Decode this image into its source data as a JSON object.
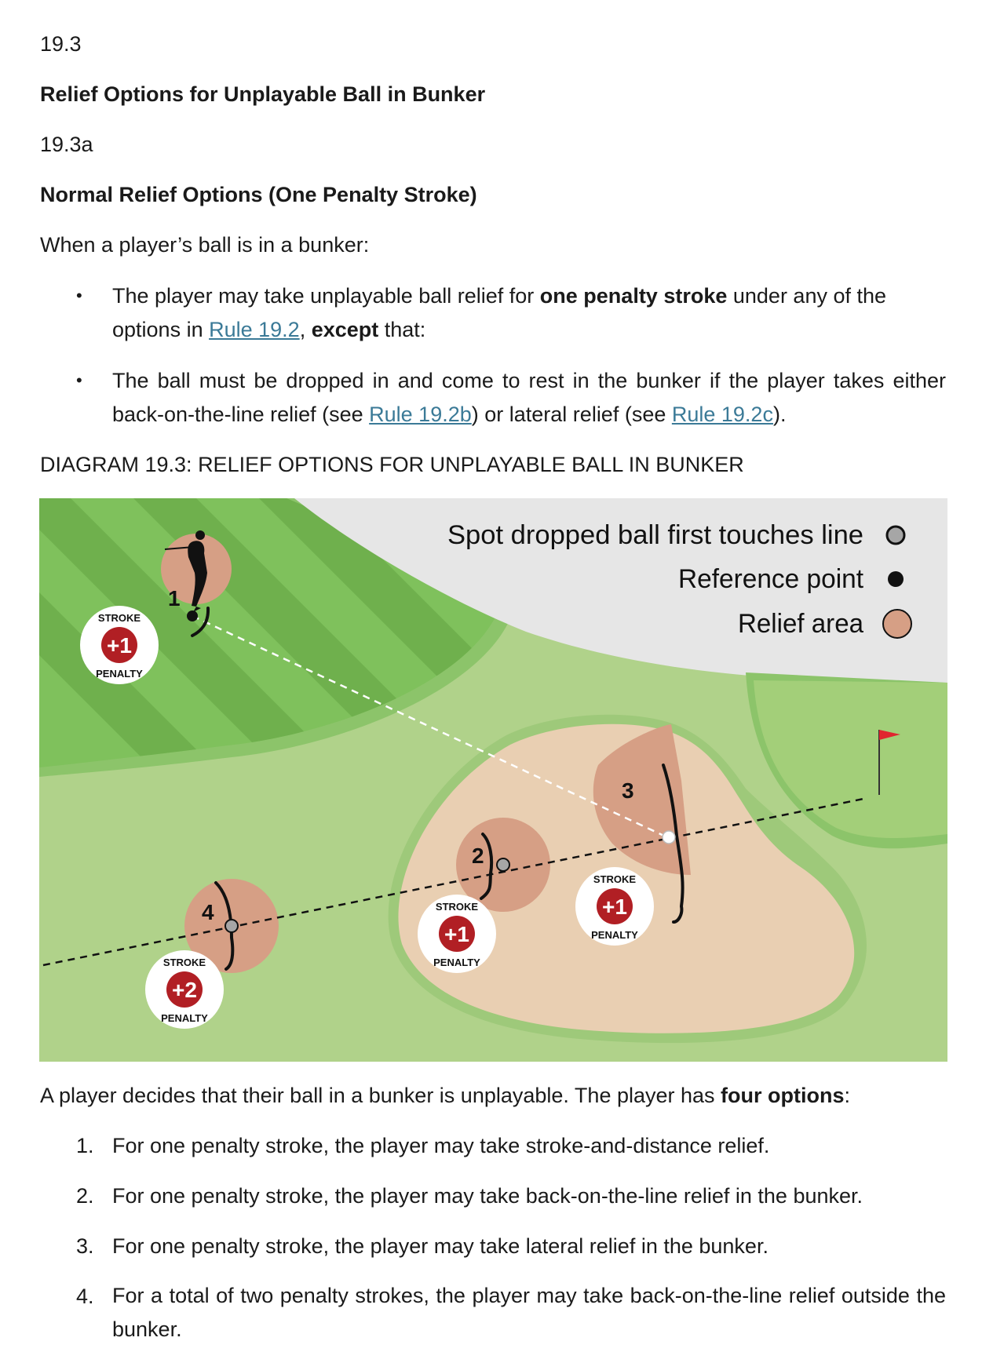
{
  "rule_number": "19.3",
  "rule_title": "Relief Options for Unplayable Ball in Bunker",
  "subrule_number": "19.3a",
  "subrule_title": "Normal Relief Options (One Penalty Stroke)",
  "intro": "When a player’s ball is in a bunker:",
  "bullets": [
    {
      "part1": "The player may take unplayable ball relief for ",
      "bold1": "one penalty stroke",
      "part2": " under any of the options in ",
      "link1": "Rule 19.2",
      "part3": ", ",
      "bold2": "except",
      "part4": " that:"
    },
    {
      "part1": "The ball must be dropped in and come to rest in the bunker if the player takes either back-on-the-line relief (see ",
      "link1": "Rule 19.2b",
      "part2": ") or lateral relief (see ",
      "link2": "Rule 19.2c",
      "part3": ")."
    }
  ],
  "bullet_symbol": "•",
  "diagram_caption": "DIAGRAM 19.3: RELIEF OPTIONS FOR UNPLAYABLE BALL IN BUNKER",
  "diagram": {
    "legend": {
      "drop_spot": "Spot dropped ball first touches line",
      "reference_point": "Reference point",
      "relief_area": "Relief area"
    },
    "options": [
      {
        "number": "1",
        "badge_top": "STROKE",
        "badge_value": "+1",
        "badge_bottom": "PENALTY"
      },
      {
        "number": "2",
        "badge_top": "STROKE",
        "badge_value": "+1",
        "badge_bottom": "PENALTY"
      },
      {
        "number": "3",
        "badge_top": "STROKE",
        "badge_value": "+1",
        "badge_bottom": "PENALTY"
      },
      {
        "number": "4",
        "badge_top": "STROKE",
        "badge_value": "+2",
        "badge_bottom": "PENALTY"
      }
    ],
    "colors": {
      "fairway_light": "#7fc15c",
      "fairway_dark": "#6fb04d",
      "rough": "#b0d28a",
      "bunker": "#e9cfb2",
      "relief": "#d69f85",
      "penalty_red": "#b11f24",
      "flag_red": "#e0262f"
    }
  },
  "summary": {
    "part1": "A player decides that their ball in a bunker is unplayable. The player has ",
    "bold": "four options",
    "part2": ":"
  },
  "list": [
    {
      "num": "1.",
      "text": "For one penalty stroke, the player may take stroke-and-distance relief."
    },
    {
      "num": "2.",
      "text": "For one penalty stroke, the player may take back-on-the-line relief in the bunker."
    },
    {
      "num": "3.",
      "text": "For one penalty stroke, the player may take lateral relief in the bunker."
    },
    {
      "num": "4.",
      "text": "For a total of two penalty strokes, the player may take back-on-the-line relief outside the bunker."
    }
  ]
}
